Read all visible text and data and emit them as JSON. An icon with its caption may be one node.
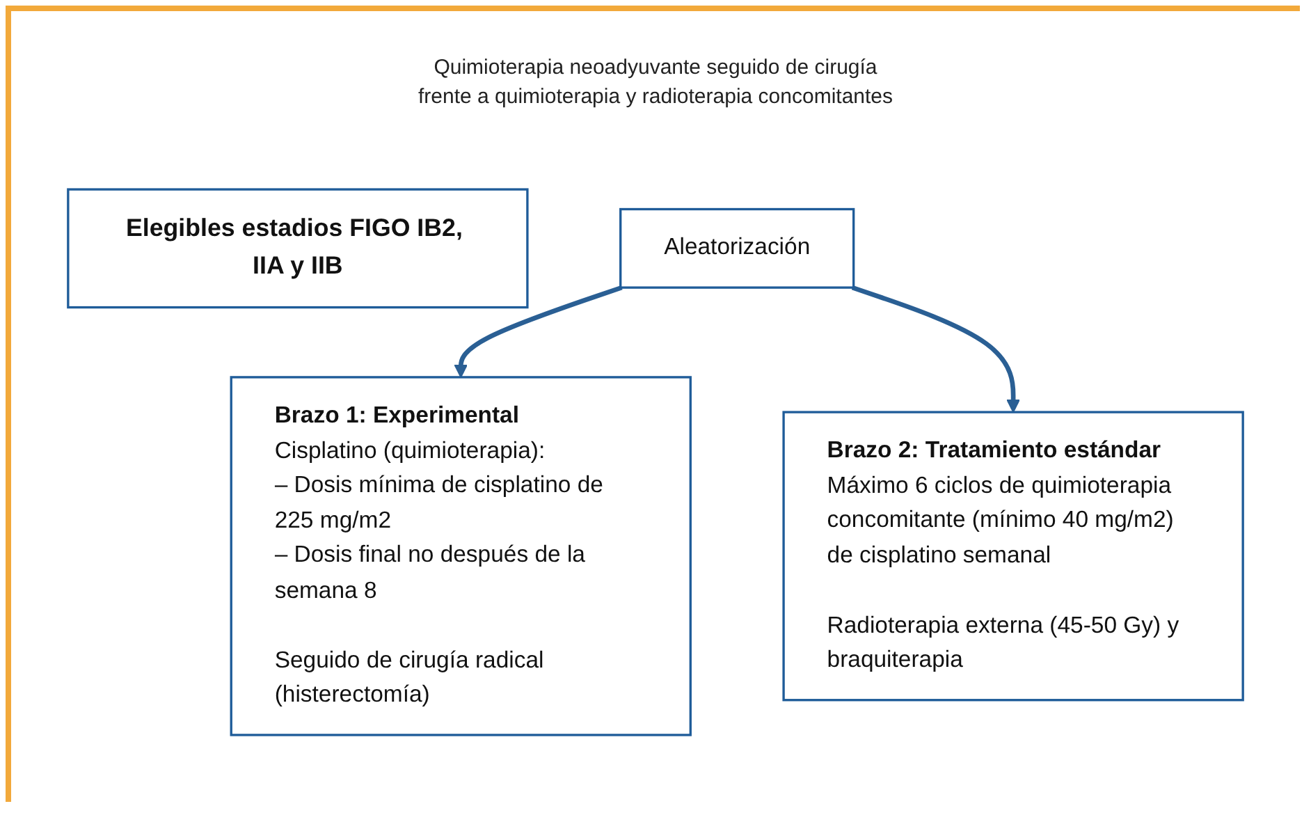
{
  "diagram": {
    "title": "Quimioterapia neoadyuvante seguido de cirugía frente a quimioterapia y radioterapia concomitantes",
    "nodes": [
      {
        "text": [
          "Elegibles estadios FIGO IB2, IIA y IIB"
        ]
      },
      {
        "text": [
          "Aleatorización"
        ]
      },
      {
        "text": [
          "Brazo 1: Experimental",
          "Cisplatino (quimioterapia):",
          "– Dosis mínima de cisplatino de 225 mg/m2",
          "– Dosis final no después de la semana 8",
          "Seguido de cirugía radical (histerectomía)"
        ]
      },
      {
        "text": [
          "Brazo 2: Tratamiento estándar",
          "Máximo 6 ciclos de quimioterapia concomitante (mínimo 40 mg/m2) de cisplatino semanal",
          "Radioterapia externa (45-50 Gy) y braquiterapia"
        ]
      }
    ],
    "edges": [
      {
        "from": 1,
        "to": 2,
        "arrow": "to"
      },
      {
        "from": 1,
        "to": 3,
        "arrow": "to"
      }
    ]
  }
}
